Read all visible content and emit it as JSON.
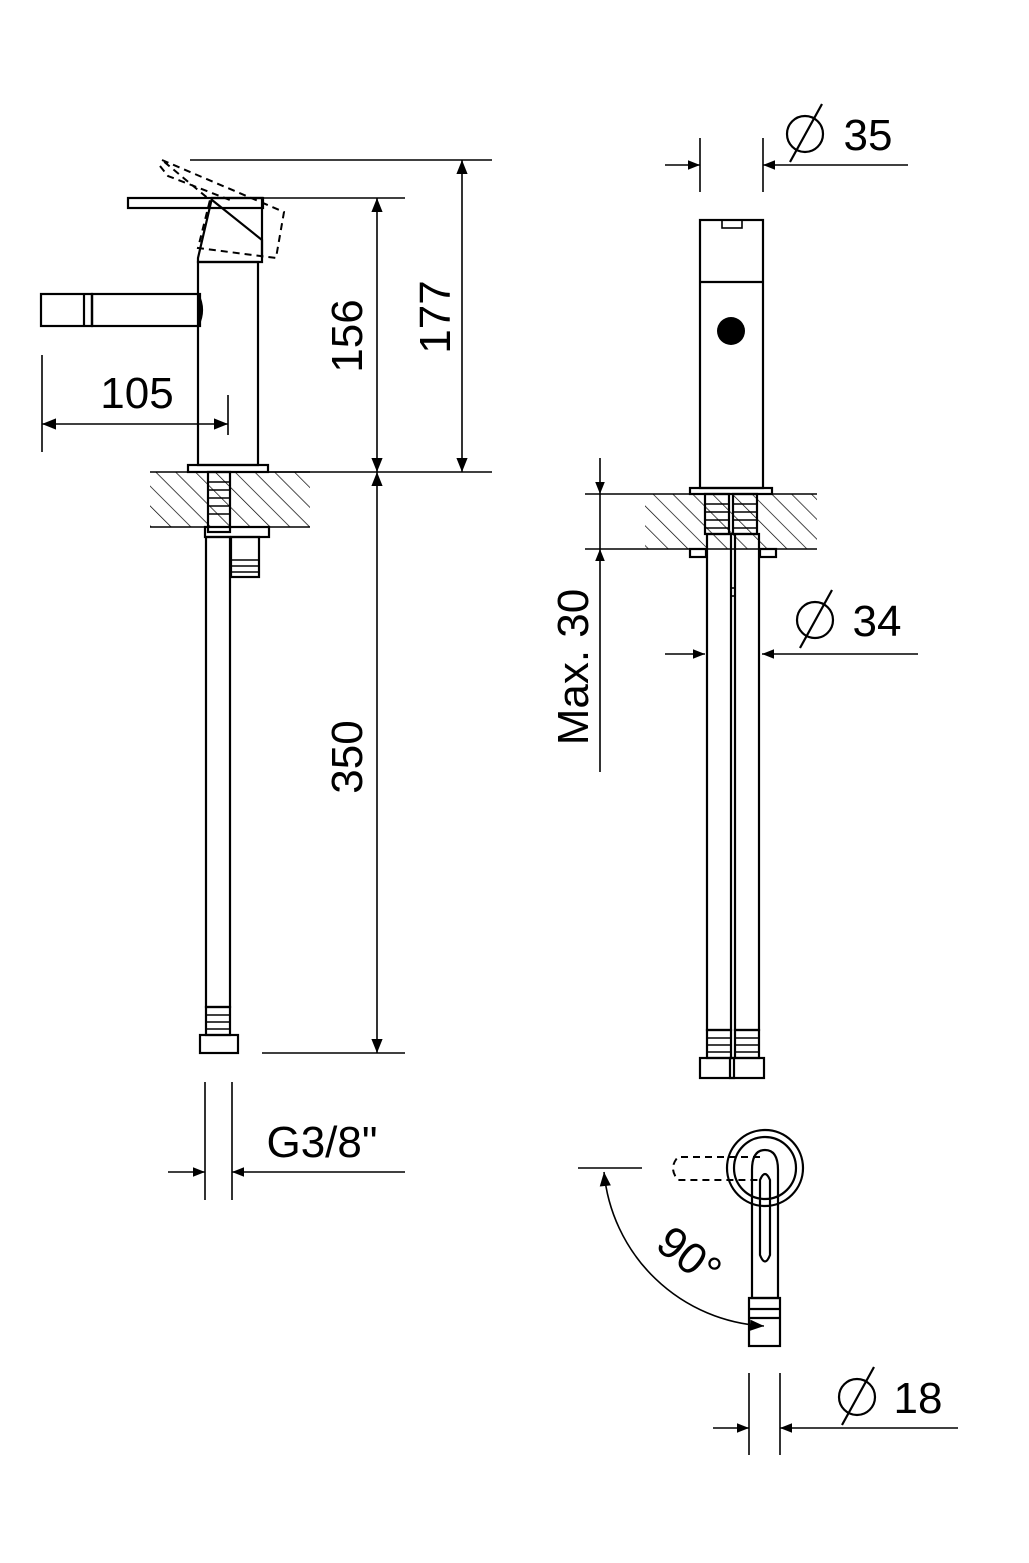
{
  "dimensions": {
    "d_105": "105",
    "d_156": "156",
    "d_177": "177",
    "d_350": "350",
    "d_g38": "G3/8\"",
    "d_phi35": "35",
    "d_phi34": "34",
    "d_phi18": "18",
    "d_max30": "Max. 30",
    "d_90": "90°"
  },
  "symbols": {
    "diameter": "diameter-symbol-icon",
    "arrow": "arrowhead-icon"
  },
  "colors": {
    "line": "#000000",
    "background": "#ffffff"
  }
}
